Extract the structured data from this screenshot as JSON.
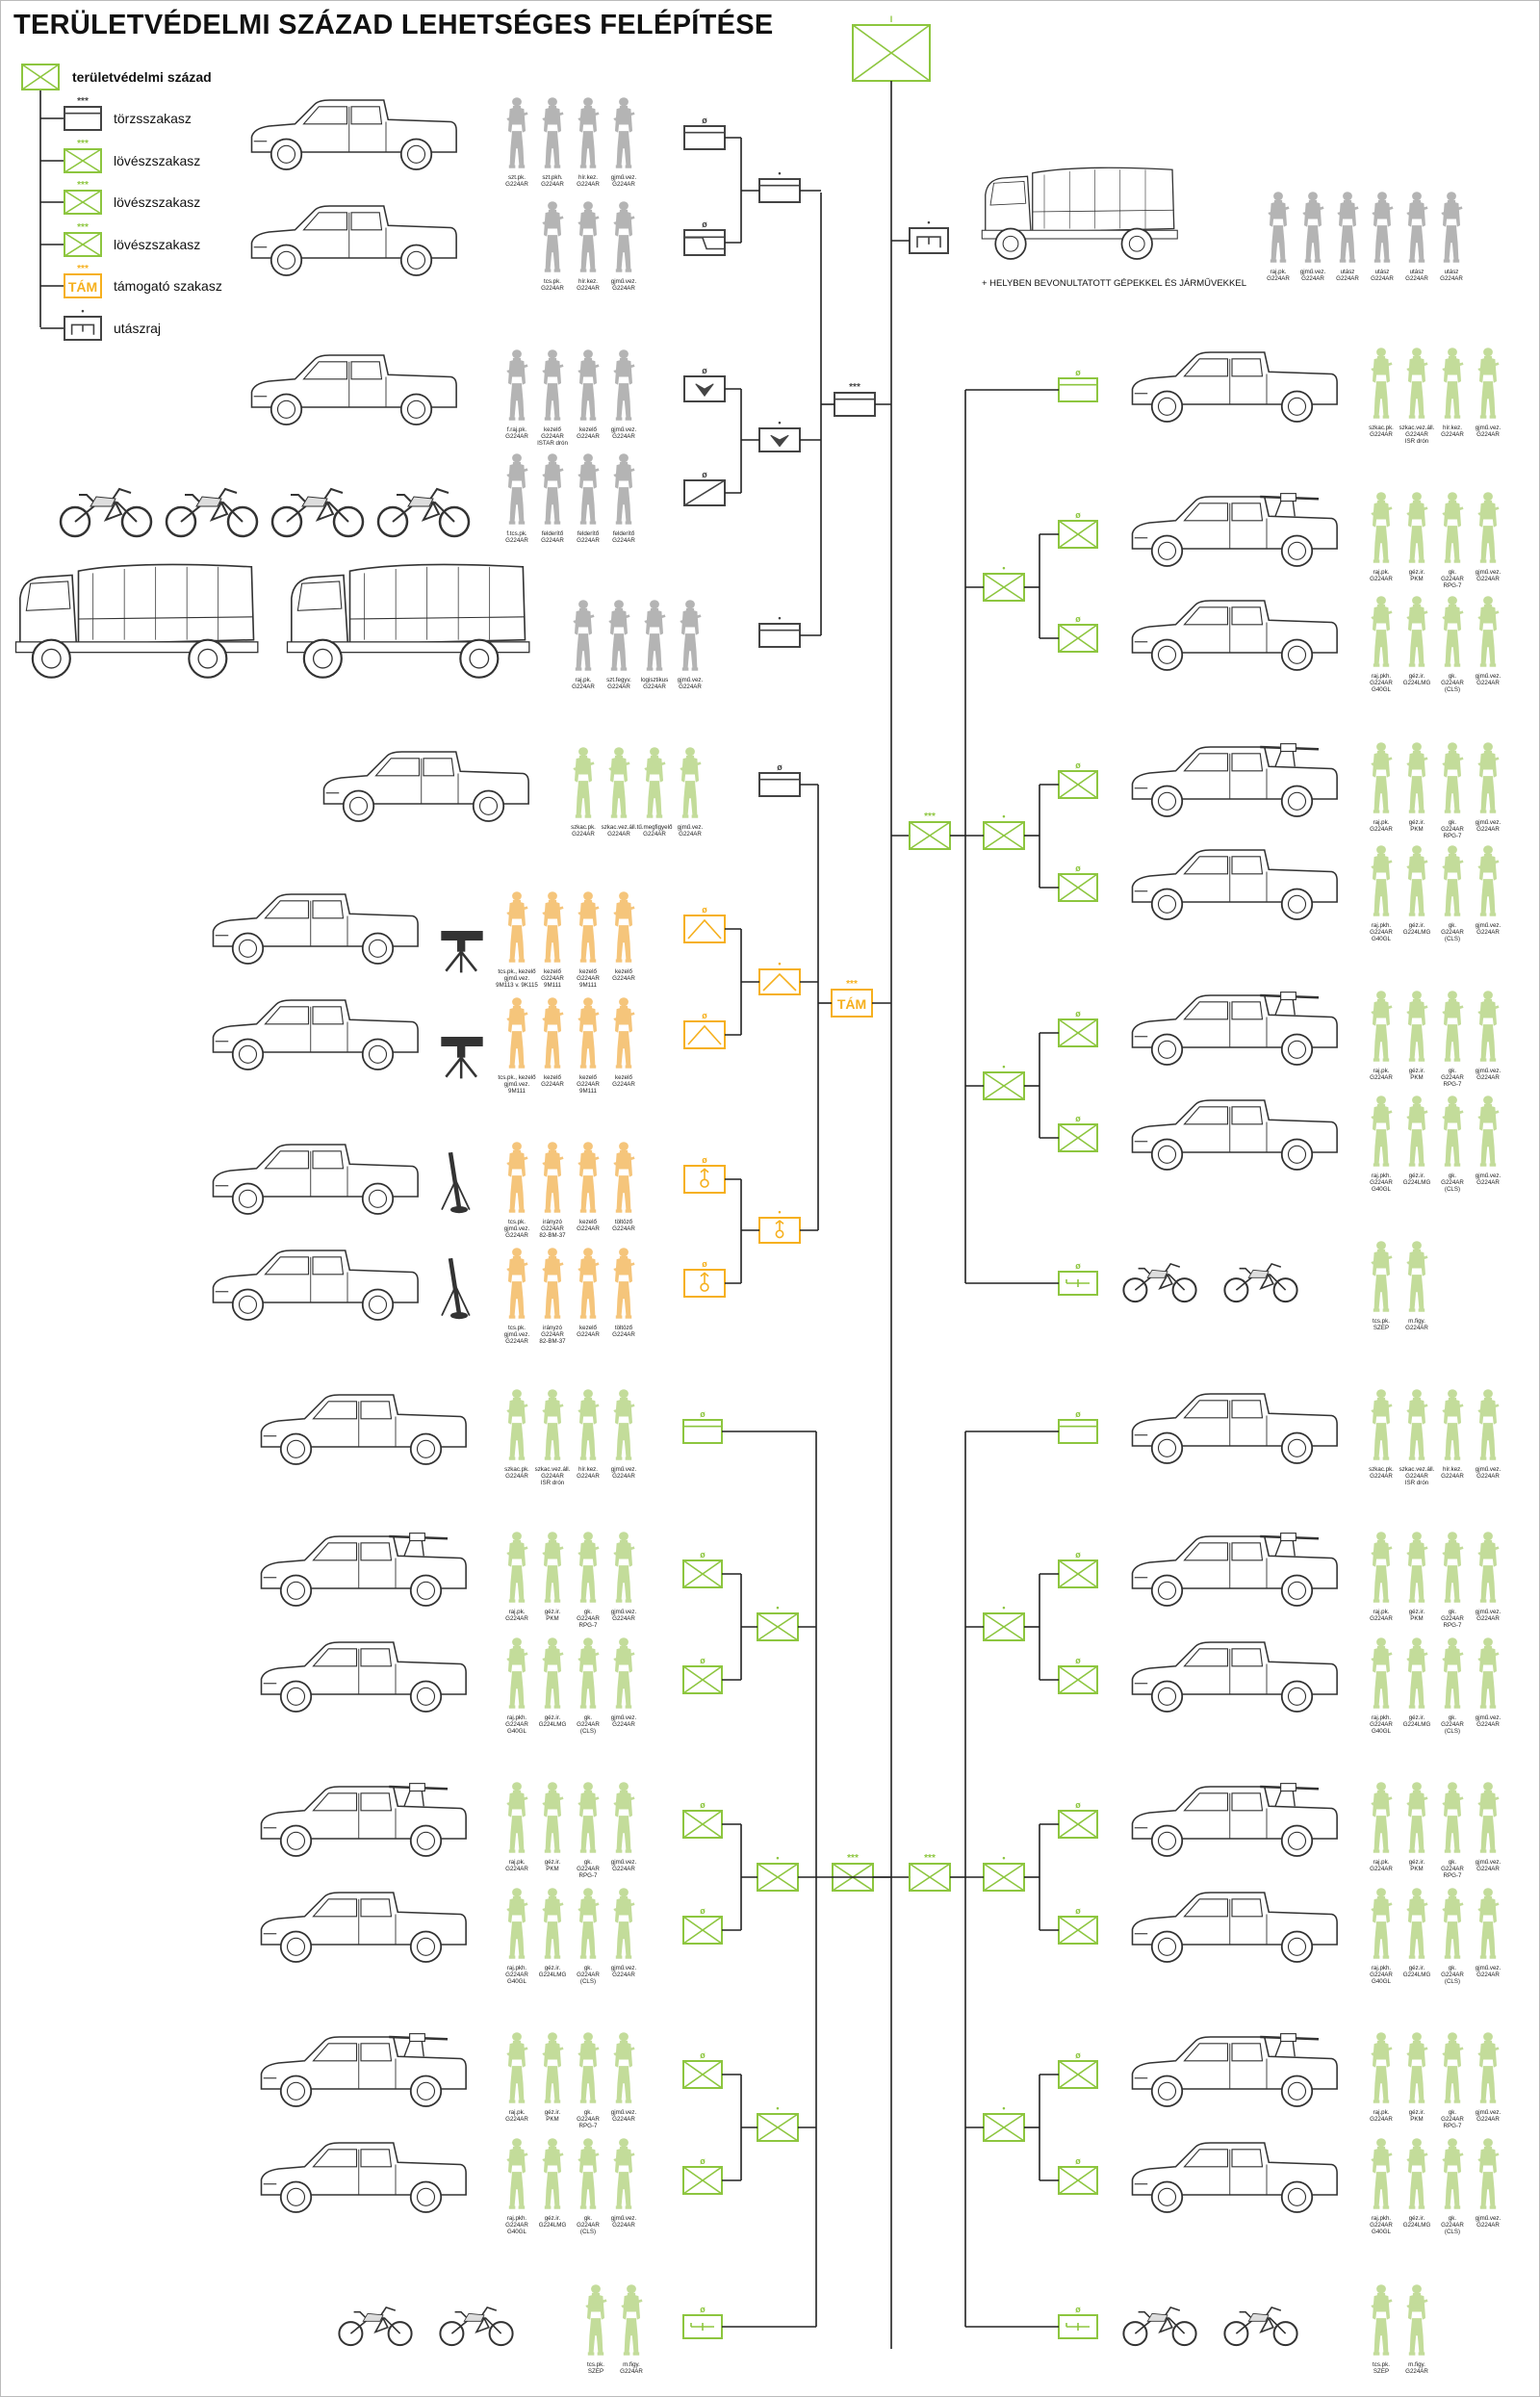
{
  "title": "TERÜLETVÉDELMI SZÁZAD LEHETSÉGES FELÉPÍTÉSE",
  "legend": {
    "company": "területvédelmi század",
    "items": [
      {
        "label": "törzsszakasz",
        "echelon": "***",
        "type": "hq"
      },
      {
        "label": "lövészszakasz",
        "echelon": "***",
        "type": "inf"
      },
      {
        "label": "lövészszakasz",
        "echelon": "***",
        "type": "inf"
      },
      {
        "label": "lövészszakasz",
        "echelon": "***",
        "type": "inf"
      },
      {
        "label": "támogató szakasz",
        "echelon": "***",
        "type": "tam"
      },
      {
        "label": "utászraj",
        "echelon": "•",
        "type": "eng"
      }
    ]
  },
  "support_symbol_text": "TÁM",
  "caption": "+ HELYBEN BEVONULTATOTT GÉPEKKEL ÉS JÁRMŰVEKKEL",
  "colors": {
    "green": "#8dc63f",
    "orange": "#f6b01e",
    "gray": "#444444",
    "soldier_green": "#c3dc9a",
    "soldier_orange": "#f5c57b",
    "soldier_gray": "#b4b4b4"
  },
  "label_sets": {
    "szt_a": [
      [
        "szt.pk.",
        "G224AR"
      ],
      [
        "szt.pkh.",
        "G224AR"
      ],
      [
        "hír.kez.",
        "G224AR"
      ],
      [
        "gjmű.vez.",
        "G224AR"
      ]
    ],
    "szt_b": [
      [
        "tcs.pk.",
        "G224AR"
      ],
      [
        "hír.kez.",
        "G224AR"
      ],
      [
        "gjmű.vez.",
        "G224AR"
      ]
    ],
    "fd_a": [
      [
        "f.raj.pk.",
        "G224AR"
      ],
      [
        "kezelő",
        "G224AR",
        "ISTAR drón"
      ],
      [
        "kezelő",
        "G224AR"
      ],
      [
        "gjmű.vez.",
        "G224AR"
      ]
    ],
    "fd_b": [
      [
        "f.tcs.pk.",
        "G224AR"
      ],
      [
        "felderítő",
        "G224AR"
      ],
      [
        "felderítő",
        "G224AR"
      ],
      [
        "felderítő",
        "G224AR"
      ]
    ],
    "log": [
      [
        "raj.pk.",
        "G224AR"
      ],
      [
        "szt.fegyv.",
        "G224AR"
      ],
      [
        "logisztikus",
        "G224AR"
      ],
      [
        "gjmű.vez.",
        "G224AR"
      ]
    ],
    "ut": [
      [
        "raj.pk.",
        "G224AR"
      ],
      [
        "gjmű.vez.",
        "G224AR"
      ],
      [
        "utász",
        "G224AR"
      ],
      [
        "utász",
        "G224AR"
      ],
      [
        "utász",
        "G224AR"
      ],
      [
        "utász",
        "G224AR"
      ]
    ],
    "tam_hq": [
      [
        "szkac.pk.",
        "G224AR"
      ],
      [
        "szkac.vez.áll.",
        "G224AR"
      ],
      [
        "tű.megfigyelő",
        "G224AR"
      ],
      [
        "gjmű.vez.",
        "G224AR"
      ]
    ],
    "pt_a": [
      [
        "tcs.pk., kezelő",
        "gjmű.vez.",
        "9M113 v. 9K115"
      ],
      [
        "kezelő",
        "G224AR",
        "9M111"
      ],
      [
        "kezelő",
        "G224AR",
        "9M111"
      ],
      [
        "kezelő",
        "G224AR"
      ]
    ],
    "pt_b": [
      [
        "tcs.pk., kezelő",
        "gjmű.vez.",
        "9M111"
      ],
      [
        "kezelő",
        "G224AR"
      ],
      [
        "kezelő",
        "G224AR",
        "9M111"
      ],
      [
        "kezelő",
        "G224AR"
      ]
    ],
    "mo": [
      [
        "tcs.pk.",
        "gjmű.vez.",
        "G224AR"
      ],
      [
        "irányzó",
        "G224AR",
        "82-BM-37"
      ],
      [
        "kezelő",
        "G224AR"
      ],
      [
        "töltöző",
        "G224AR"
      ]
    ],
    "sz_hq": [
      [
        "szkac.pk.",
        "G224AR"
      ],
      [
        "szkac.vez.áll.",
        "G224AR",
        "ISR drón"
      ],
      [
        "hír.kez.",
        "G224AR"
      ],
      [
        "gjmű.vez.",
        "G224AR"
      ]
    ],
    "raj_a": [
      [
        "raj.pk.",
        "G224AR"
      ],
      [
        "géz.ir.",
        "PKM"
      ],
      [
        "gk.",
        "G224AR",
        "RPG-7"
      ],
      [
        "gjmű.vez.",
        "G224AR"
      ]
    ],
    "raj_b": [
      [
        "raj.pkh.",
        "G224AR",
        "G40GL"
      ],
      [
        "géz.ir.",
        "G224LMG"
      ],
      [
        "gk.",
        "G224AR",
        "(CLS)"
      ],
      [
        "gjmű.vez.",
        "G224AR"
      ]
    ],
    "mes": [
      [
        "tcs.pk.",
        "SZEP"
      ],
      [
        "m.figy.",
        "G224AR"
      ]
    ]
  },
  "units": {
    "company": {
      "echelon": "I",
      "type": "inf"
    },
    "hq_platoon": {
      "echelon": "***"
    },
    "support_platoon": {
      "echelon": "***"
    },
    "platoon": {
      "echelon": "***"
    },
    "squad_group": {
      "echelon": "•"
    },
    "squad": {
      "echelon": "ø"
    },
    "eng": {
      "echelon": "•"
    }
  }
}
